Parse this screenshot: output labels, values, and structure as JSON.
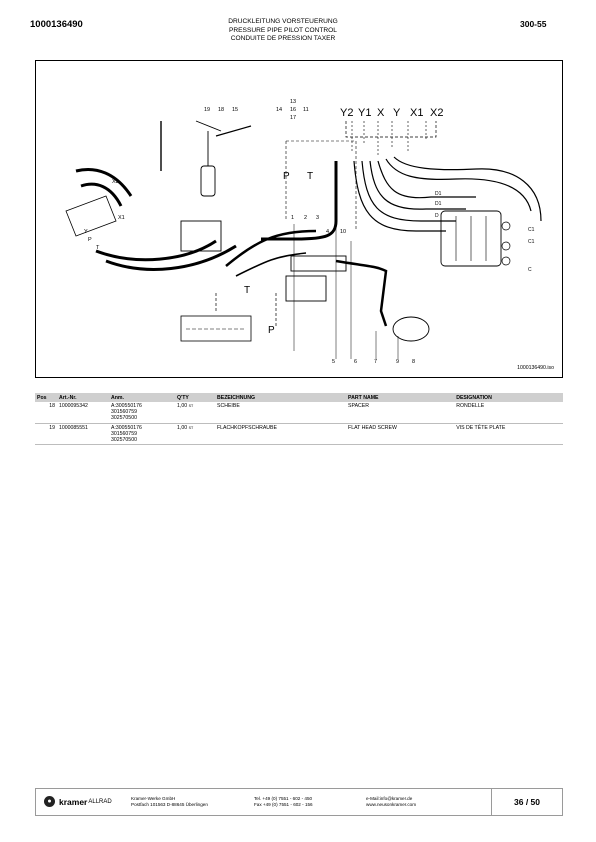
{
  "header": {
    "doc_number": "1000136490",
    "title_de": "DRUCKLEITUNG VORSTEUERUNG",
    "title_en": "PRESSURE PIPE PILOT CONTROL",
    "title_fr": "CONDUITE DE PRESSION TAXER",
    "section": "300-55"
  },
  "diagram": {
    "image_id": "1000136490.iso",
    "port_labels": [
      "Y2",
      "Y1",
      "X",
      "Y",
      "X1",
      "X2"
    ],
    "callouts": [
      "19",
      "18",
      "15",
      "14",
      "13",
      "16",
      "17",
      "11",
      "P",
      "T",
      "1",
      "2",
      "3",
      "4",
      "10",
      "T",
      "P",
      "5",
      "6",
      "7",
      "8",
      "9",
      "X2",
      "X1",
      "Y",
      "P",
      "T",
      "D1",
      "D1",
      "C1",
      "C1",
      "D",
      "C"
    ]
  },
  "parts_table": {
    "headers": {
      "pos": "Pos",
      "art": "Art.-Nr.",
      "anm": "Anm.",
      "qty": "Q'TY",
      "bez": "BEZEICHNUNG",
      "part": "PART NAME",
      "des": "DESIGNATION"
    },
    "rows": [
      {
        "pos": "18",
        "art": "1000095342",
        "anm": [
          "A:300550176",
          "301560759",
          "302570500"
        ],
        "qty": "1,00",
        "unit": "ST",
        "bez": "SCHEIBE",
        "part": "SPACER",
        "des": "RONDELLE"
      },
      {
        "pos": "19",
        "art": "1000085551",
        "anm": [
          "A:300550176",
          "301560759",
          "302570500"
        ],
        "qty": "1,00",
        "unit": "ST",
        "bez": "FLACHKOPFSCHRAUBE",
        "part": "FLAT HEAD SCREW",
        "des": "VIS DE TÊTE PLATE"
      }
    ]
  },
  "footer": {
    "brand": "kramer",
    "brand_suffix": "ALLRAD",
    "company_line1": "Kramer-Werke GmbH",
    "company_line2": "Postfach 101563 D-88645 Überlingen",
    "tel": "Tel. +49 (0) 7551 - 602 - 450",
    "fax": "Fax +49 (0) 7551 - 602 - 156",
    "email": "e-Mail:info@kramer.de",
    "web": "www.neusonkramer.com",
    "page": "36 / 50"
  }
}
